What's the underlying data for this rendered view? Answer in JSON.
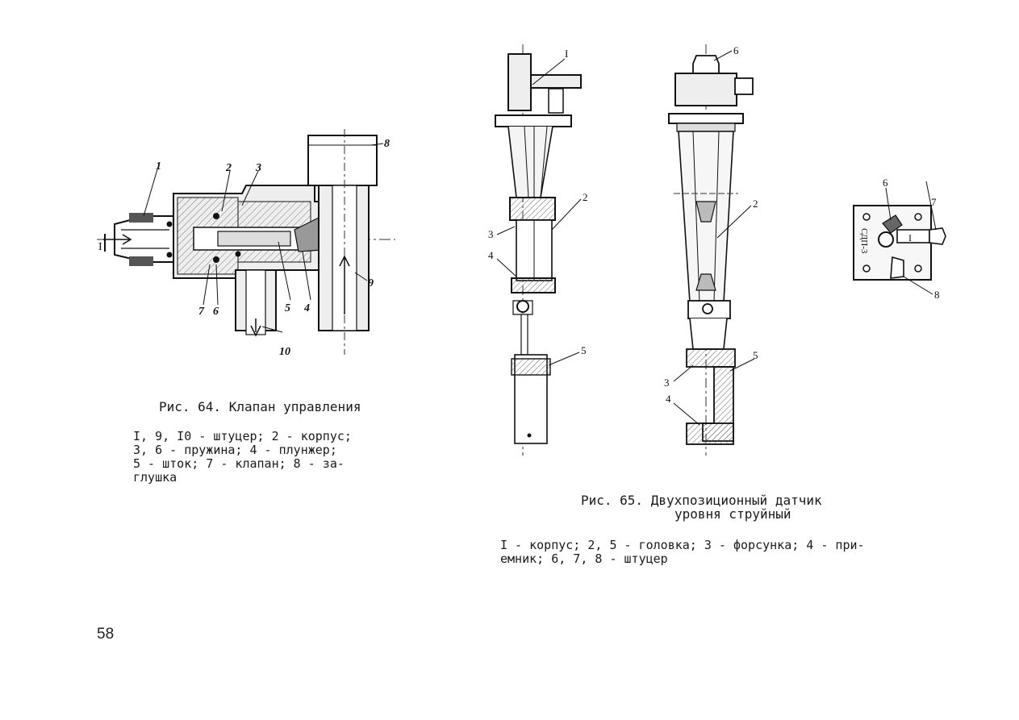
{
  "page_number": "58",
  "figure64": {
    "caption_title": "Рис. 64. Клапан управления",
    "caption_lines": [
      "I, 9, I0 - штуцер; 2 - корпус;",
      "3, 6 - пружина; 4 - плунжер;",
      "5 - шток; 7 - клапан; 8 - за-",
      "глушка"
    ],
    "callouts": {
      "inlet": "I",
      "n1": "1",
      "n2": "2",
      "n3": "3",
      "n4": "4",
      "n5": "5",
      "n6": "6",
      "n7": "7",
      "n8": "8",
      "n9": "9",
      "n10": "10"
    }
  },
  "figure65": {
    "caption_title_line1": "Рис. 65. Двухпозиционный датчик",
    "caption_title_line2": "уровня струйный",
    "caption_lines": [
      "I - корпус; 2, 5 - головка; 3 - форсунка; 4 - при-",
      "емник; 6, 7, 8 - штуцер"
    ],
    "left_view_callouts": {
      "c1": "I",
      "c2": "2",
      "c3": "3",
      "c4": "4",
      "c5": "5"
    },
    "middle_view_callouts": {
      "c6": "6",
      "c2": "2",
      "c5": "5",
      "c3": "3",
      "c4": "4"
    },
    "right_view_callouts": {
      "c6": "6",
      "c7": "7",
      "c1": "I",
      "c8": "8",
      "plate_text": "СДП-3"
    }
  }
}
